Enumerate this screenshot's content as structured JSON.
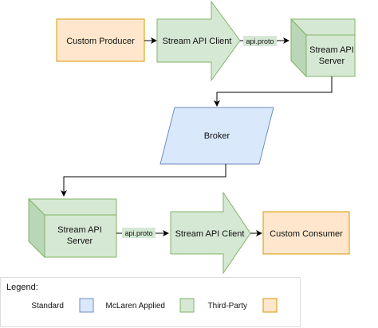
{
  "nodes": {
    "custom_producer": "Custom Producer",
    "stream_api_client_top": "Stream API Client",
    "stream_api_server_top_line1": "Stream API",
    "stream_api_server_top_line2": "Server",
    "broker": "Broker",
    "stream_api_server_bottom_line1": "Stream API",
    "stream_api_server_bottom_line2": "Server",
    "stream_api_client_bottom": "Stream API Client",
    "custom_consumer": "Custom Consumer"
  },
  "edge_labels": {
    "top_proto": "api.proto",
    "bottom_proto": "api.proto"
  },
  "legend": {
    "title": "Legend:",
    "items": [
      {
        "label": "Standard",
        "color": "#dae8fc",
        "border": "#6c8ebf"
      },
      {
        "label": "McLaren Applied",
        "color": "#d5e8d4",
        "border": "#82b366"
      },
      {
        "label": "Third-Party",
        "color": "#ffe6cc",
        "border": "#d79b00"
      }
    ]
  },
  "colors": {
    "orange_fill": "#ffe6cc",
    "orange_border": "#d79b00",
    "green_fill": "#d5e8d4",
    "green_border": "#82b366",
    "blue_fill": "#dae8fc",
    "blue_border": "#6c8ebf",
    "edge_label_bg": "#d5e8d4"
  }
}
